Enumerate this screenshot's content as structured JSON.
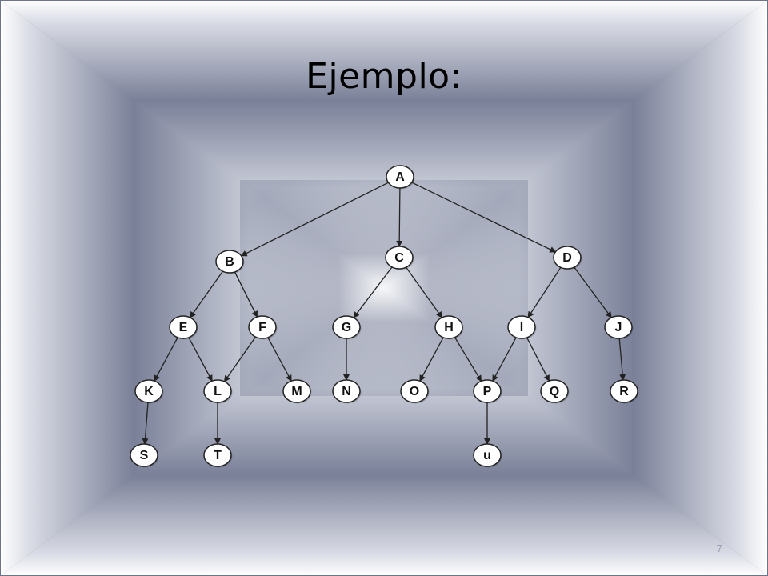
{
  "slide": {
    "title": "Ejemplo:",
    "number": "7"
  },
  "diagram": {
    "nodes": [
      {
        "id": "A",
        "label": "A"
      },
      {
        "id": "B",
        "label": "B"
      },
      {
        "id": "C",
        "label": "C"
      },
      {
        "id": "D",
        "label": "D"
      },
      {
        "id": "E",
        "label": "E"
      },
      {
        "id": "F",
        "label": "F"
      },
      {
        "id": "G",
        "label": "G"
      },
      {
        "id": "H",
        "label": "H"
      },
      {
        "id": "I",
        "label": "I"
      },
      {
        "id": "J",
        "label": "J"
      },
      {
        "id": "K",
        "label": "K"
      },
      {
        "id": "L",
        "label": "L"
      },
      {
        "id": "M",
        "label": "M"
      },
      {
        "id": "N",
        "label": "N"
      },
      {
        "id": "O",
        "label": "O"
      },
      {
        "id": "P",
        "label": "P"
      },
      {
        "id": "Q",
        "label": "Q"
      },
      {
        "id": "R",
        "label": "R"
      },
      {
        "id": "S",
        "label": "S"
      },
      {
        "id": "T",
        "label": "T"
      },
      {
        "id": "U",
        "label": "u"
      }
    ],
    "edges": [
      [
        "A",
        "B"
      ],
      [
        "A",
        "C"
      ],
      [
        "A",
        "D"
      ],
      [
        "B",
        "E"
      ],
      [
        "B",
        "F"
      ],
      [
        "C",
        "G"
      ],
      [
        "C",
        "H"
      ],
      [
        "D",
        "I"
      ],
      [
        "D",
        "J"
      ],
      [
        "E",
        "K"
      ],
      [
        "E",
        "L"
      ],
      [
        "F",
        "L"
      ],
      [
        "F",
        "M"
      ],
      [
        "G",
        "N"
      ],
      [
        "H",
        "O"
      ],
      [
        "H",
        "P"
      ],
      [
        "I",
        "P"
      ],
      [
        "I",
        "Q"
      ],
      [
        "J",
        "R"
      ],
      [
        "K",
        "S"
      ],
      [
        "L",
        "T"
      ],
      [
        "P",
        "U"
      ]
    ],
    "colors": {
      "node_fill": "#ffffff",
      "node_stroke": "#222222",
      "edge": "#222222"
    }
  }
}
